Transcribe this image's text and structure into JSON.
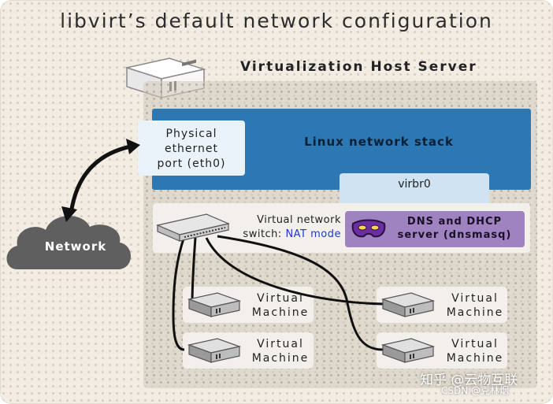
{
  "title": "libvirt’s default network configuration",
  "host": {
    "title": "Virtualization Host Server",
    "network_stack_label": "Linux network stack",
    "eth0_lines": [
      "Physical",
      "ethernet",
      "port (eth0)"
    ],
    "bridge_label": "virbr0",
    "switch_lines": [
      "Virtual network",
      "switch: "
    ],
    "switch_mode": "NAT mode",
    "dns_lines": [
      "DNS and DHCP",
      "server (dnsmasq)"
    ]
  },
  "vms": [
    {
      "lines": [
        "Virtual",
        "Machine"
      ]
    },
    {
      "lines": [
        "Virtual",
        "Machine"
      ]
    },
    {
      "lines": [
        "Virtual",
        "Machine"
      ]
    },
    {
      "lines": [
        "Virtual",
        "Machine"
      ]
    }
  ],
  "network_label": "Network",
  "icons": [
    "server-icon",
    "switch-icon",
    "mask-icon",
    "vm-icon",
    "cloud-icon",
    "double-arrow-icon"
  ],
  "colors": {
    "stack_blue": "#2b78b5",
    "eth0_panel": "#eaf3fa",
    "bridge_panel": "#cfe3f2",
    "dns_purple": "#9f82c0",
    "cloud_gray": "#5f5f5f",
    "nat_mode_text": "#2038c8"
  },
  "watermark": {
    "line1": "知乎 @云物互联",
    "line2": "CSDN @克林烟"
  }
}
